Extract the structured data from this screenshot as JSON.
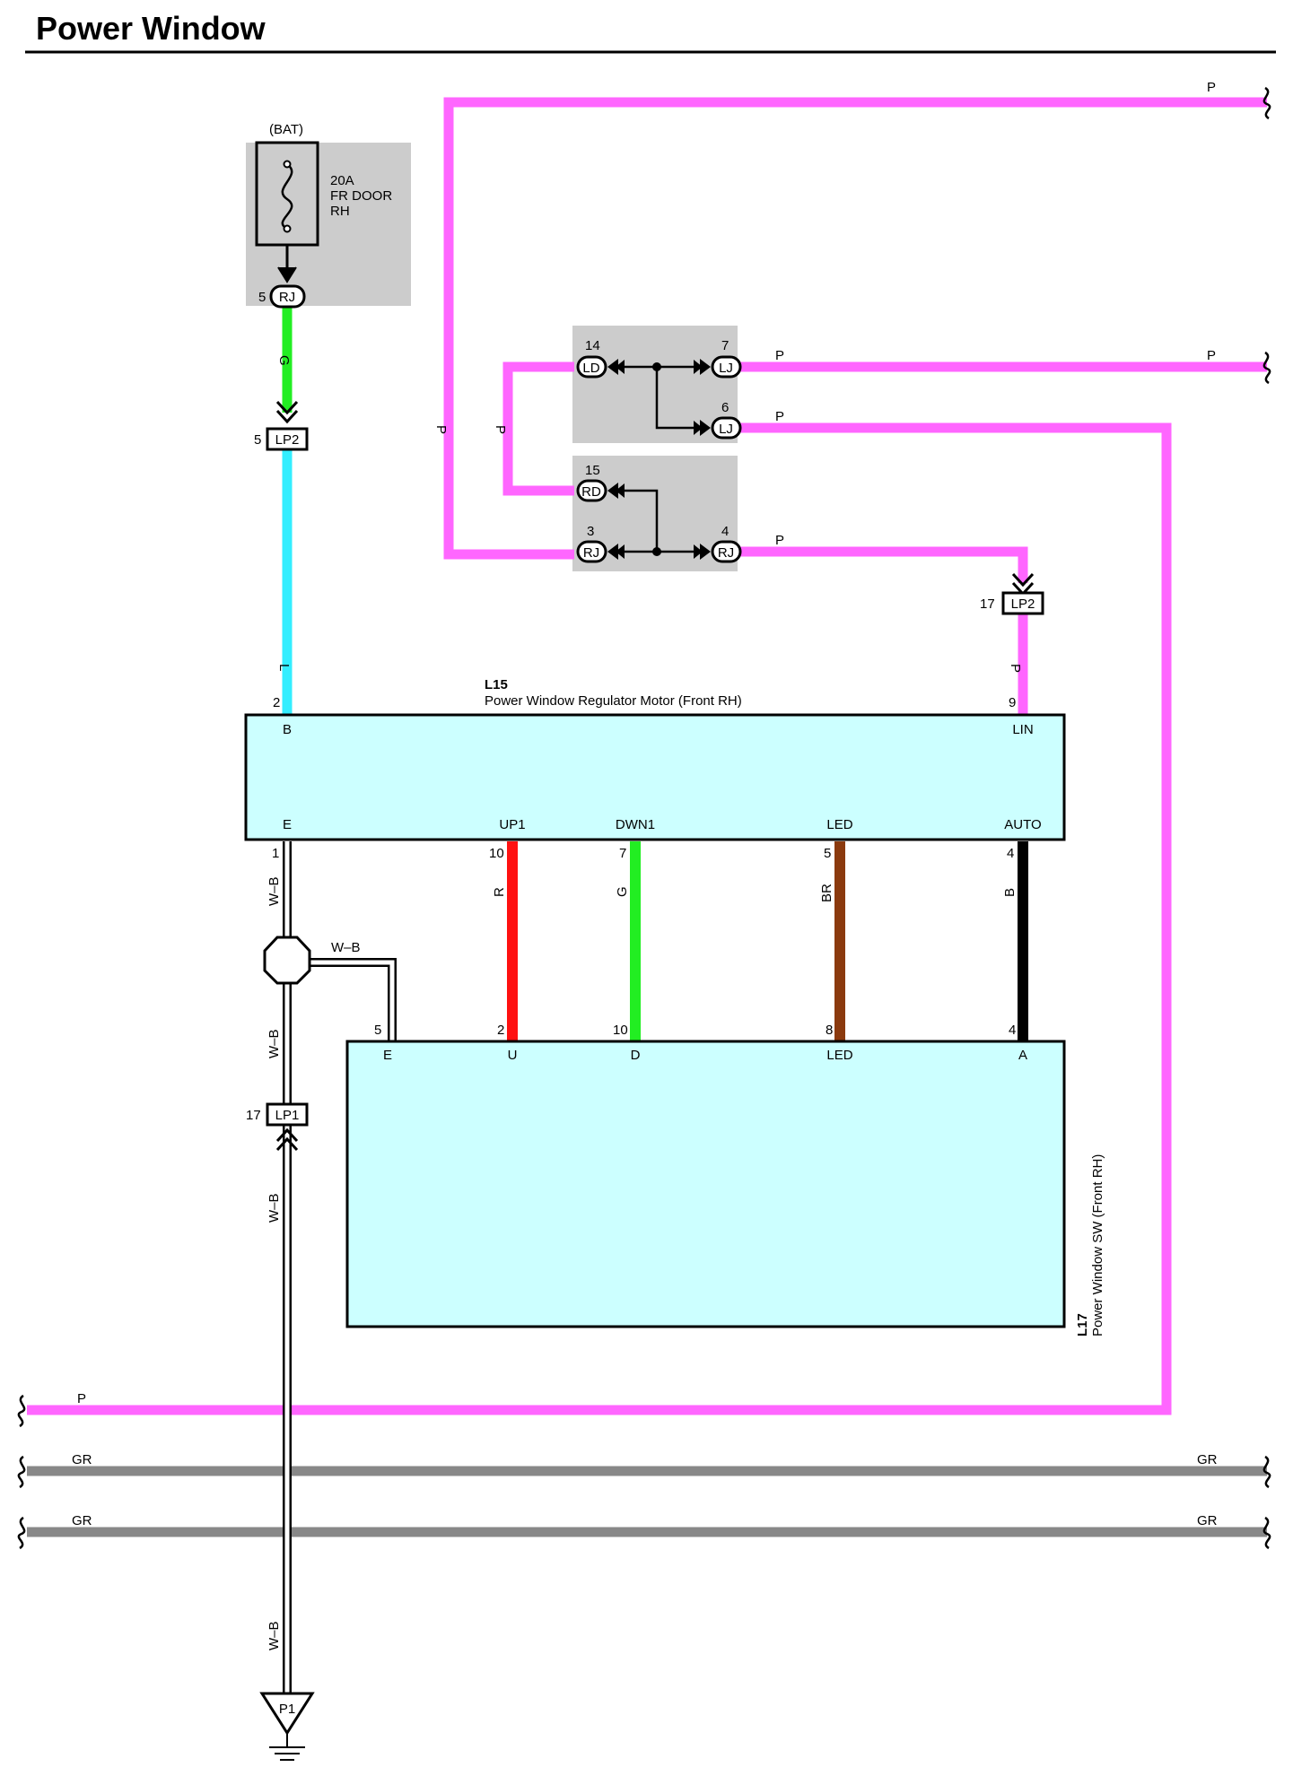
{
  "title": "Power Window",
  "colors": {
    "pink": "#ff66ff",
    "green": "#22ee22",
    "cyan": "#33eeff",
    "red": "#ff1111",
    "brown": "#8b3a0e",
    "black": "#000000",
    "gray": "#888888",
    "box_fill": "#ccffff",
    "junction_fill": "#cccccc"
  },
  "fuse": {
    "source": "(BAT)",
    "rating": "20A",
    "name_line1": "FR DOOR",
    "name_line2": "RH"
  },
  "connectors": {
    "rj_fuse": "RJ",
    "rj_fuse_pin": "5",
    "lp2_left": "LP2",
    "lp2_left_pin": "5",
    "lp2_right": "LP2",
    "lp2_right_pin": "17",
    "lp1": "LP1",
    "lp1_pin": "17",
    "ld": "LD",
    "ld_pin": "14",
    "lj_top": "LJ",
    "lj_top_pin": "7",
    "lj_bot": "LJ",
    "lj_bot_pin": "6",
    "rd": "RD",
    "rd_pin": "15",
    "rj_left": "RJ",
    "rj_left_pin": "3",
    "rj_right": "RJ",
    "rj_right_pin": "4",
    "ground": "P1"
  },
  "wires": {
    "p": "P",
    "g": "G",
    "l": "L",
    "r": "R",
    "br": "BR",
    "b": "B",
    "wb": "W–B",
    "gr": "GR"
  },
  "motor": {
    "id": "L15",
    "name": "Power Window Regulator Motor (Front RH)",
    "terminals": {
      "b": "B",
      "b_pin": "2",
      "lin": "LIN",
      "lin_pin": "9",
      "e": "E",
      "e_pin": "1",
      "up1": "UP1",
      "up1_pin": "10",
      "dwn1": "DWN1",
      "dwn1_pin": "7",
      "led": "LED",
      "led_pin": "5",
      "auto": "AUTO",
      "auto_pin": "4"
    }
  },
  "switch": {
    "id": "L17",
    "name": "Power Window SW (Front RH)",
    "terminals": {
      "e": "E",
      "e_pin": "5",
      "u": "U",
      "u_pin": "2",
      "d": "D",
      "d_pin": "10",
      "led": "LED",
      "led_pin": "8",
      "a": "A",
      "a_pin": "4"
    }
  }
}
